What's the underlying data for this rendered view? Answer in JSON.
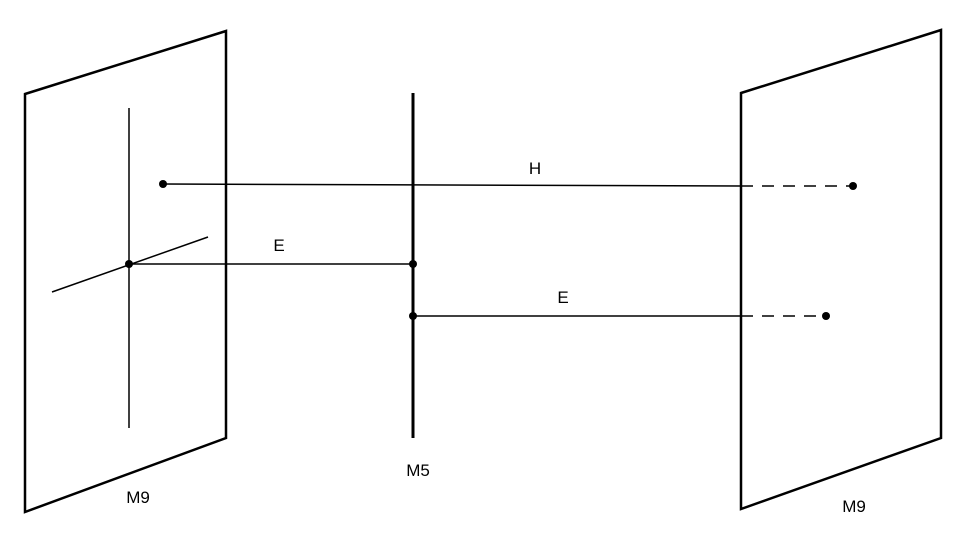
{
  "labels": {
    "brane_left": "M9",
    "brane_right": "M9",
    "brane_middle": "M5",
    "string_top": "H",
    "string_left": "E",
    "string_right": "E"
  },
  "colors": {
    "line": "#000000",
    "background": "#ffffff"
  }
}
